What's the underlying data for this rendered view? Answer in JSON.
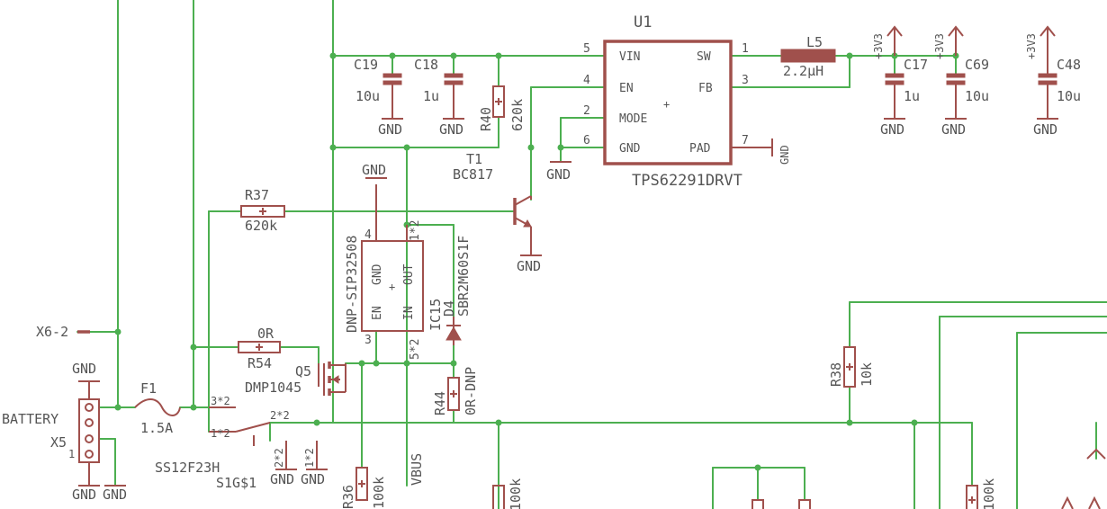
{
  "ic_u1": {
    "name": "U1",
    "value": "TPS62291DRVT",
    "pins": {
      "vin": "VIN",
      "en": "EN",
      "mode": "MODE",
      "gnd": "GND",
      "sw": "SW",
      "fb": "FB",
      "pad": "PAD"
    },
    "pin_numbers": {
      "p5": "5",
      "p4": "4",
      "p2": "2",
      "p6": "6",
      "p1": "1",
      "p3": "3",
      "p7": "7"
    }
  },
  "l5": {
    "name": "L5",
    "value": "2.2µH"
  },
  "c19": {
    "name": "C19",
    "value": "10u"
  },
  "c18": {
    "name": "C18",
    "value": "1u"
  },
  "c17": {
    "name": "C17",
    "value": "1u"
  },
  "c69": {
    "name": "C69",
    "value": "10u"
  },
  "c48": {
    "name": "C48",
    "value": "10u"
  },
  "r40": {
    "name": "R40",
    "value": "620k"
  },
  "r37": {
    "name": "R37",
    "value": "620k"
  },
  "r54": {
    "name": "R54",
    "value": "0R"
  },
  "r44": {
    "name": "R44",
    "value": "0R-DNP"
  },
  "r38": {
    "name": "R38",
    "value": "10k"
  },
  "r36": {
    "name": "R36",
    "value": "100k"
  },
  "r33_value": "100k",
  "r_right_value": "100k",
  "t1": {
    "name": "T1",
    "value": "BC817"
  },
  "q5": {
    "name": "Q5",
    "value": "DMP1045"
  },
  "ic15": {
    "name": "IC15",
    "value": "DNP-SIP32508",
    "pins": {
      "gnd": "GND",
      "out": "OUT",
      "en": "EN",
      "in": "IN"
    },
    "pin_numbers": {
      "p4": "4",
      "p1": "1*2",
      "p3": "3",
      "p5": "5*2"
    }
  },
  "d4": {
    "name": "D4",
    "value": "SBR2M60S1F"
  },
  "f1": {
    "name": "F1",
    "value": "1.5A"
  },
  "x5": {
    "name": "X5",
    "label": "BATTERY",
    "pin1": "1"
  },
  "switch": {
    "name": "S1G$1",
    "value": "SS12F23H",
    "pins": {
      "p3": "3*2",
      "p1": "1*2",
      "p2": "2*2",
      "p2b": "2*2",
      "p1b": "1*2"
    }
  },
  "x6": {
    "label": "X6-2"
  },
  "net_vbus": "VBUS",
  "gnd_label": "GND",
  "rail_3v3": "+3V3"
}
